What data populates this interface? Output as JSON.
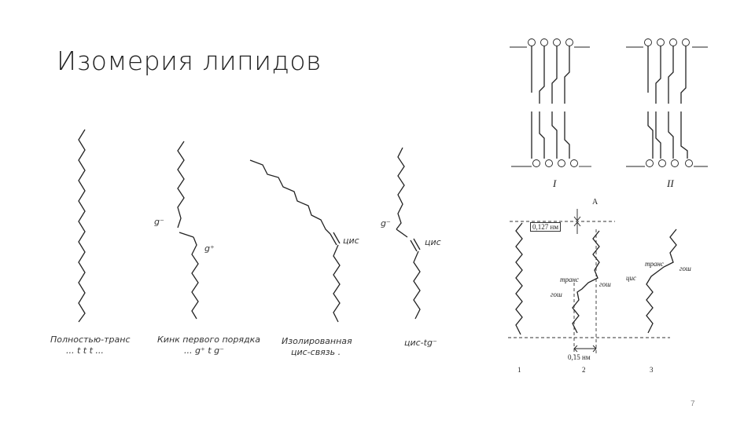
{
  "slide": {
    "title": "Изомерия липидов",
    "page_number": "7"
  },
  "left_figure": {
    "chain_labels": [
      {
        "line1": "Полностью-транс",
        "line2": "... t t t ..."
      },
      {
        "line1": "Кинк первого порядка",
        "line2": "... g⁺ t g⁻"
      },
      {
        "line1": "Изолированная",
        "line2": "цис-связь ."
      },
      {
        "line1": "цис-tg⁻",
        "line2": ""
      }
    ],
    "annotations": {
      "g_minus": "g⁻",
      "g_plus": "g⁺",
      "cis": "цис",
      "g_minus_2": "g⁻",
      "cis_2": "цис"
    }
  },
  "right_top_figure": {
    "label_I": "I",
    "label_II": "II"
  },
  "right_bottom_figure": {
    "label_A": "A",
    "dim_top": "0,127 нм",
    "dim_bottom": "0,15 нм",
    "trans_1": "транс",
    "gauche_1": "гош",
    "gauche_2": "гош",
    "trans_2": "транс",
    "gauche_3": "гош",
    "cis": "цис",
    "n1": "1",
    "n2": "2",
    "n3": "3"
  }
}
